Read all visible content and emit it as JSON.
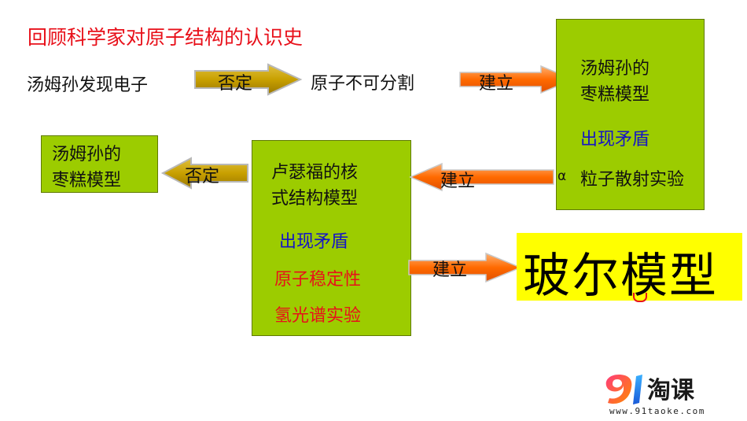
{
  "title": "回顾科学家对原子结构的认识史",
  "row1": {
    "discover": "汤姆孙发现电子",
    "arrow1_label": "否定",
    "indivisible": "原子不可分割",
    "arrow2_label": "建立"
  },
  "thomson_box": {
    "line1": "汤姆孙的",
    "line2": "枣糕模型",
    "contradiction": "出现矛盾",
    "alpha": "α",
    "experiment": "粒子散射实验"
  },
  "row2": {
    "arrow_left_label": "建立",
    "arrow_neg_label": "否定"
  },
  "thomson_small_box": {
    "line1": "汤姆孙的",
    "line2": "枣糕模型"
  },
  "rutherford_box": {
    "line1": "卢瑟福的核",
    "line2": "式结构模型",
    "contradiction": "出现矛盾",
    "stability": "原子稳定性",
    "spectrum": "氢光谱实验"
  },
  "row3": {
    "arrow_label": "建立"
  },
  "bohr_model": "玻尔模型",
  "logo": {
    "brand": "淘课",
    "url": "www.91taoke.com"
  },
  "colors": {
    "title_red": "#e8101a",
    "box_green": "#9ccc00",
    "arrow_gold": "#c8a200",
    "arrow_orange": "#ff6a00",
    "blue_text": "#1414c8",
    "bohr_yellow": "#ffff00"
  }
}
